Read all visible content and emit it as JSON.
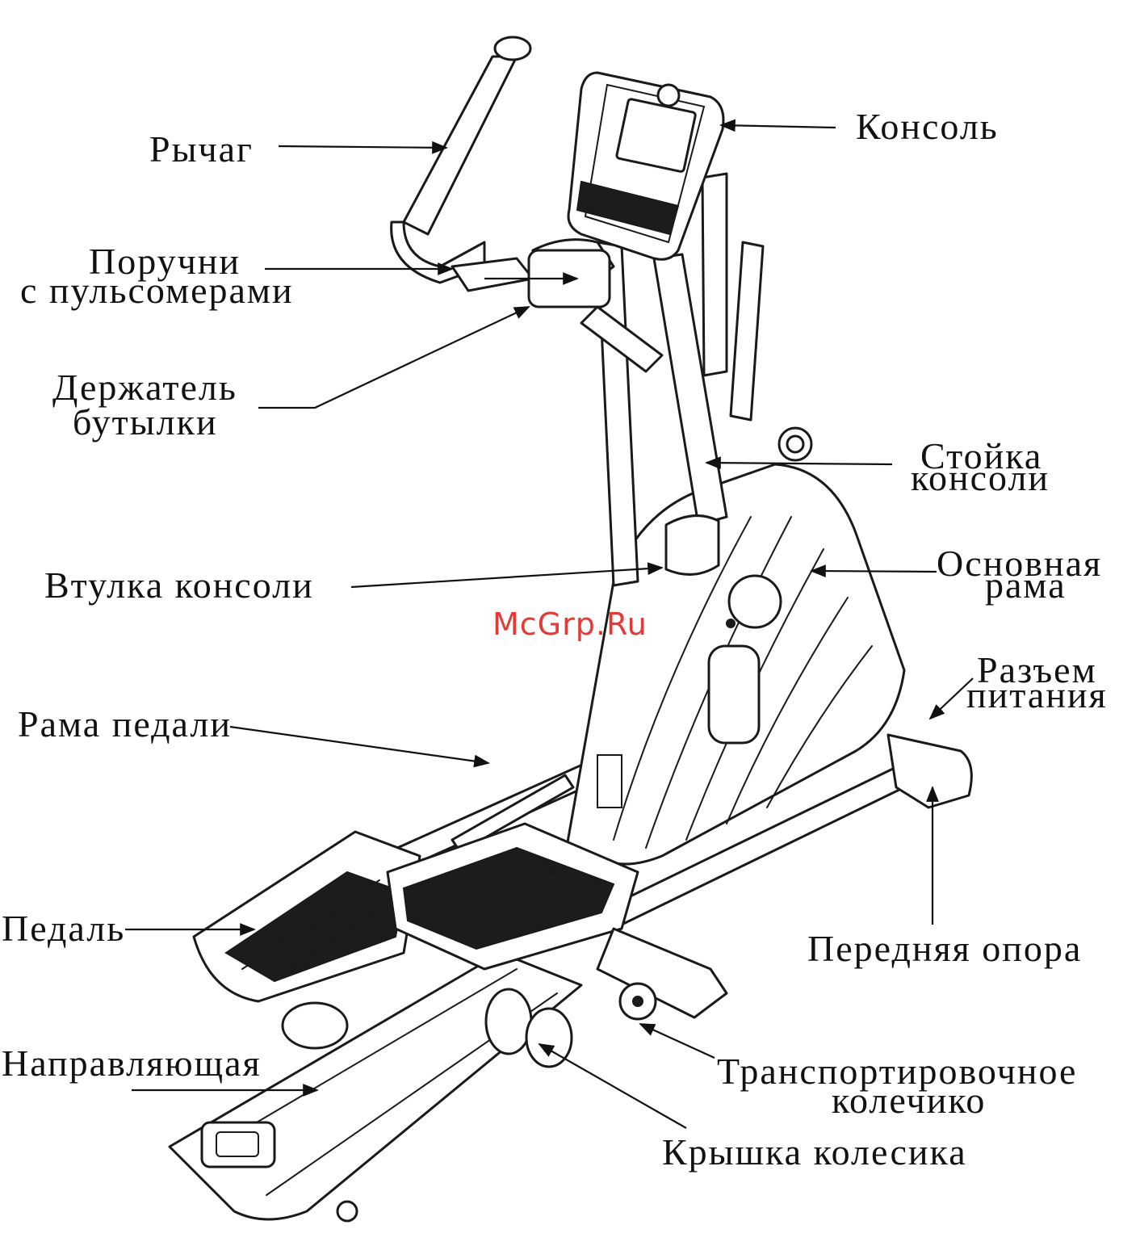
{
  "labels": {
    "lever": "Рычаг",
    "console": "Консоль",
    "handrails_line1": "Поручни",
    "handrails_line2": "с пульсомерами",
    "bottle_holder_line1": "Держатель",
    "bottle_holder_line2": "бутылки",
    "console_mast_line1": "Стойка",
    "console_mast_line2": "консоли",
    "console_bushing": "Втулка консоли",
    "main_frame_line1": "Основная",
    "main_frame_line2": "рама",
    "power_socket_line1": "Разъем",
    "power_socket_line2": "питания",
    "pedal_frame": "Рама педали",
    "pedal": "Педаль",
    "front_support": "Передняя опора",
    "rail": "Направляющая",
    "transport_wheel_line1": "Транспортировочное",
    "transport_wheel_line2": "колечико",
    "wheel_cover": "Крышка колесика"
  },
  "watermark": "McGrp.Ru",
  "colors": {
    "watermark": "#e53935",
    "line": "#111111",
    "background": "#ffffff"
  }
}
